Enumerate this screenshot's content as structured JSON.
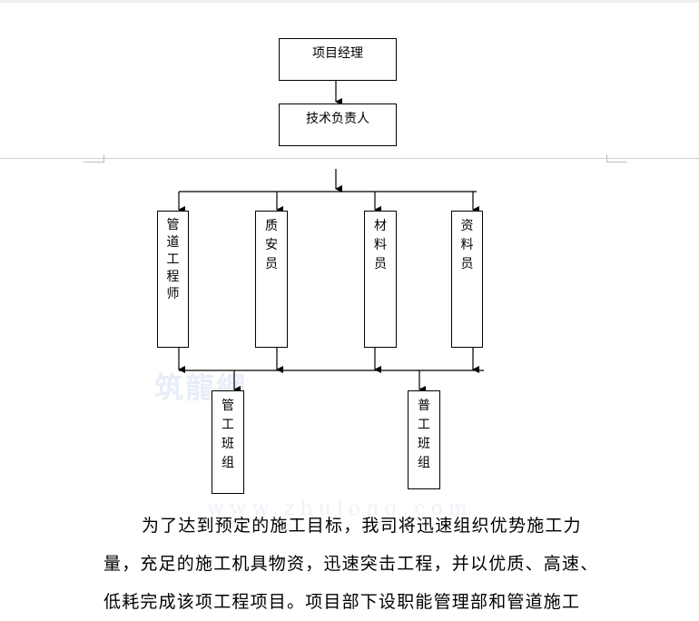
{
  "org_chart": {
    "top": {
      "manager": "项目经理",
      "tech_lead": "技术负责人"
    },
    "roles": [
      {
        "id": "pipeline-engineer",
        "chars": [
          "管",
          "道",
          "工",
          "程",
          "师"
        ]
      },
      {
        "id": "quality-safety",
        "chars": [
          "质",
          "安",
          "员"
        ]
      },
      {
        "id": "materials",
        "chars": [
          "材",
          "料",
          "员"
        ]
      },
      {
        "id": "documents",
        "chars": [
          "资",
          "料",
          "员"
        ]
      }
    ],
    "teams": [
      {
        "id": "pipe-team",
        "chars": [
          "管",
          "工",
          "班",
          "组"
        ]
      },
      {
        "id": "general-team",
        "chars": [
          "普",
          "工",
          "班",
          "组"
        ]
      }
    ]
  },
  "watermark": "筑龍網",
  "watermark_url": "www.zhulong.com",
  "paragraph": {
    "lines": [
      "为了达到预定的施工目标，我司将迅速组织优势施工力",
      "量，充足的施工机具物资，迅速突击工程，并以优质、高速、",
      "低耗完成该项工程项目。项目部下设职能管理部和管道施工"
    ]
  }
}
